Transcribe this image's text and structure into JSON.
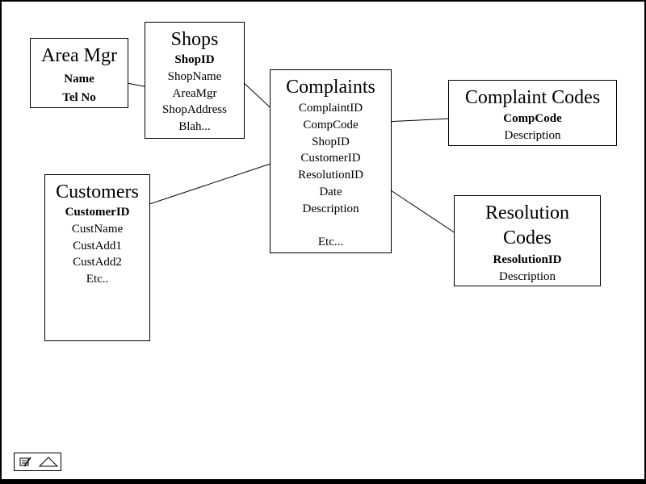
{
  "entities": {
    "area_mgr": {
      "title": "Area Mgr",
      "fields": [
        "Name",
        "Tel No"
      ]
    },
    "shops": {
      "title": "Shops",
      "fields": [
        "ShopID",
        "ShopName",
        "AreaMgr",
        "ShopAddress",
        "Blah..."
      ]
    },
    "complaints": {
      "title": "Complaints",
      "fields": [
        "ComplaintID",
        "CompCode",
        "ShopID",
        "CustomerID",
        "ResolutionID",
        "Date",
        "Description",
        "",
        "Etc..."
      ]
    },
    "complaint_codes": {
      "title": "Complaint Codes",
      "fields": [
        "CompCode",
        "Description"
      ]
    },
    "customers": {
      "title": "Customers",
      "fields": [
        "CustomerID",
        "CustName",
        "CustAdd1",
        "CustAdd2",
        "Etc.."
      ]
    },
    "resolution_codes": {
      "title": "Resolution Codes",
      "title_line1": "Resolution",
      "title_line2": "Codes",
      "fields": [
        "ResolutionID",
        "Description"
      ]
    }
  },
  "relationships": [
    {
      "from": "Area Mgr.Name",
      "to": "Shops.AreaMgr"
    },
    {
      "from": "Shops.ShopID",
      "to": "Complaints.ShopID"
    },
    {
      "from": "Complaint Codes.CompCode",
      "to": "Complaints.CompCode"
    },
    {
      "from": "Customers.CustomerID",
      "to": "Complaints.CustomerID"
    },
    {
      "from": "Complaints.ResolutionID",
      "to": "Resolution Codes.ResolutionID"
    }
  ],
  "nav": {
    "icons": [
      "pen-icon",
      "triangle-menu-icon"
    ]
  }
}
